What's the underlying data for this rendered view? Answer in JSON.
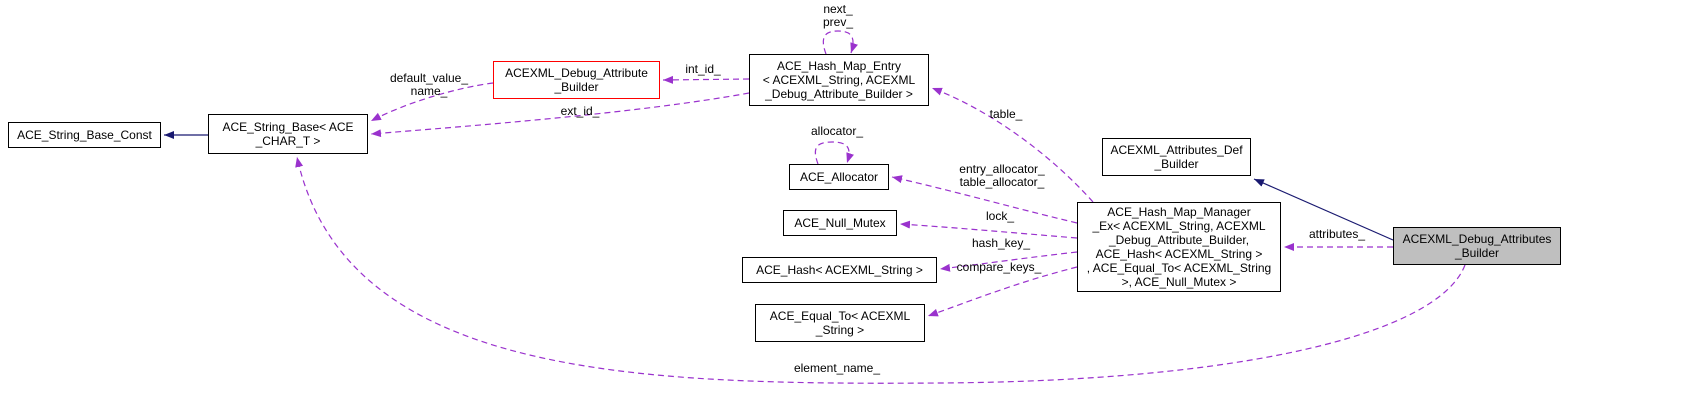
{
  "colors": {
    "usage_edge": "#9a32cd",
    "inheritance_edge": "#191970",
    "node_border": "#000000",
    "highlight_border": "#ff0000",
    "selected_fill": "#bfbfbf",
    "node_fill": "#ffffff",
    "background": "#ffffff",
    "text": "#000000"
  },
  "nodes": {
    "string_base_const": {
      "label": "ACE_String_Base_Const"
    },
    "string_base": {
      "label": "ACE_String_Base< ACE\n_CHAR_T >"
    },
    "debug_attribute_builder": {
      "label": "ACEXML_Debug_Attribute\n_Builder"
    },
    "hash_map_entry": {
      "label": "ACE_Hash_Map_Entry\n< ACEXML_String, ACEXML\n_Debug_Attribute_Builder >"
    },
    "allocator": {
      "label": "ACE_Allocator"
    },
    "null_mutex": {
      "label": "ACE_Null_Mutex"
    },
    "hash": {
      "label": "ACE_Hash< ACEXML_String >"
    },
    "equal_to": {
      "label": "ACE_Equal_To< ACEXML\n_String >"
    },
    "attributes_def_builder": {
      "label": "ACEXML_Attributes_Def\n_Builder"
    },
    "hash_map_manager": {
      "label": "ACE_Hash_Map_Manager\n_Ex< ACEXML_String, ACEXML\n_Debug_Attribute_Builder,\nACE_Hash< ACEXML_String >\n, ACE_Equal_To< ACEXML_String\n>, ACE_Null_Mutex >"
    },
    "debug_attributes_builder": {
      "label": "ACEXML_Debug_Attributes\n_Builder"
    }
  },
  "edge_labels": {
    "default_value_name": "default_value_\nname_",
    "int_id": "int_id_",
    "next_prev": "next_\nprev_",
    "ext_id": "ext_id_",
    "table": "table_",
    "allocator_loop": "allocator_",
    "entry_table_allocator": "entry_allocator_\ntable_allocator_",
    "lock": "lock_",
    "hash_key": "hash_key_",
    "compare_keys": "compare_keys_",
    "attributes": "attributes_",
    "element_name": "element_name_"
  }
}
